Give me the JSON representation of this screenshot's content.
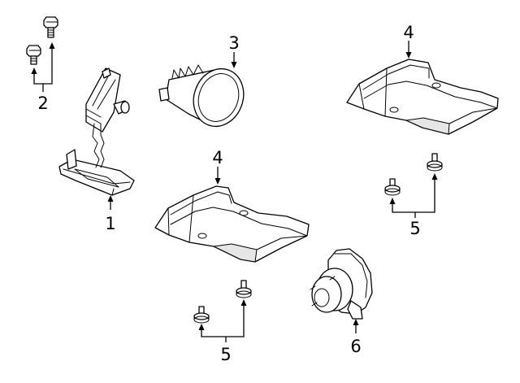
{
  "callouts": {
    "c1": "1",
    "c2": "2",
    "c3": "3",
    "c4a": "4",
    "c4b": "4",
    "c5a": "5",
    "c5b": "5",
    "c6": "6"
  }
}
